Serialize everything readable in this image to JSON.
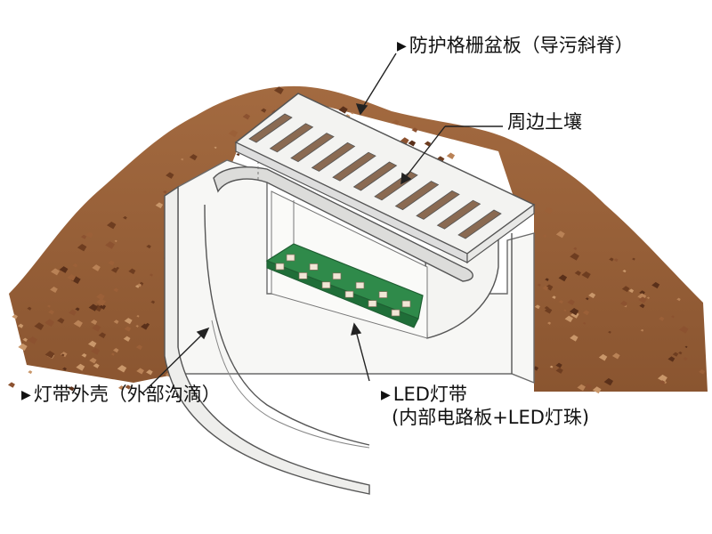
{
  "labels": {
    "grate": "防护格栅盆板（导污斜脊）",
    "soil": "周边土壤",
    "shell": "灯带外壳（外部沟滴）",
    "led_line1": "LED灯带",
    "led_line2": "(内部电路板+LED灯珠)"
  },
  "colors": {
    "soil_light": "#b07a4e",
    "soil_dark": "#7a4626",
    "grate": "#f3f3f1",
    "channel": "#f7f7f5",
    "pcb": "#2f8a4a",
    "led": "#f1e6d6"
  },
  "icons": [
    "pointer-triangle-icon"
  ]
}
